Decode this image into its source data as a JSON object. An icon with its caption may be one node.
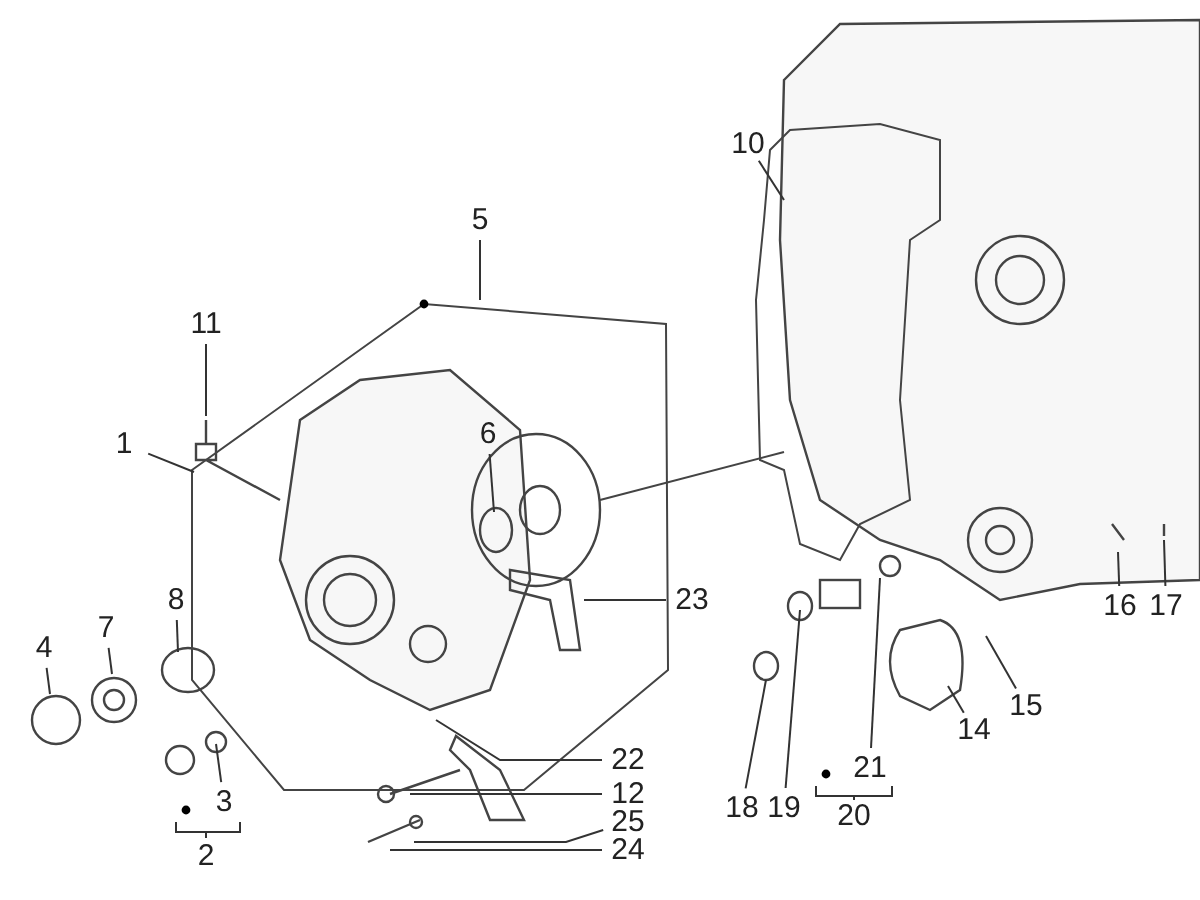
{
  "diagram": {
    "nodes": [
      {
        "text": [
          "10"
        ]
      },
      {
        "text": [
          "5"
        ]
      },
      {
        "text": [
          "11"
        ]
      },
      {
        "text": [
          "6"
        ]
      },
      {
        "text": [
          "1"
        ]
      },
      {
        "text": [
          "8"
        ]
      },
      {
        "text": [
          "16"
        ]
      },
      {
        "text": [
          "17"
        ]
      },
      {
        "text": [
          "7"
        ]
      },
      {
        "text": [
          "4"
        ]
      },
      {
        "text": [
          "23"
        ]
      },
      {
        "text": [
          "15"
        ]
      },
      {
        "text": [
          "21"
        ]
      },
      {
        "text": [
          "22"
        ]
      },
      {
        "text": [
          "14"
        ]
      },
      {
        "text": [
          "12"
        ]
      },
      {
        "text": [
          "3"
        ]
      },
      {
        "text": [
          "25"
        ]
      },
      {
        "text": [
          "18"
        ]
      },
      {
        "text": [
          "19"
        ]
      },
      {
        "text": [
          "20"
        ]
      },
      {
        "text": [
          "2"
        ]
      },
      {
        "text": [
          "24"
        ]
      }
    ],
    "edges": [
      {
        "from": 0,
        "to": null,
        "arrow": "none"
      },
      {
        "from": 1,
        "to": null,
        "arrow": "none"
      },
      {
        "from": 2,
        "to": null,
        "arrow": "none"
      },
      {
        "from": 3,
        "to": null,
        "arrow": "none"
      },
      {
        "from": 4,
        "to": null,
        "arrow": "none"
      },
      {
        "from": 5,
        "to": null,
        "arrow": "none"
      },
      {
        "from": 6,
        "to": null,
        "arrow": "none"
      },
      {
        "from": 7,
        "to": null,
        "arrow": "none"
      },
      {
        "from": 8,
        "to": null,
        "arrow": "none"
      },
      {
        "from": 9,
        "to": null,
        "arrow": "none"
      },
      {
        "from": 10,
        "to": null,
        "arrow": "none"
      },
      {
        "from": 11,
        "to": null,
        "arrow": "none"
      },
      {
        "from": 12,
        "to": null,
        "arrow": "none"
      },
      {
        "from": 13,
        "to": null,
        "arrow": "none"
      },
      {
        "from": 14,
        "to": null,
        "arrow": "none"
      },
      {
        "from": 15,
        "to": null,
        "arrow": "none"
      },
      {
        "from": 16,
        "to": null,
        "arrow": "none"
      },
      {
        "from": 17,
        "to": null,
        "arrow": "none"
      },
      {
        "from": 18,
        "to": null,
        "arrow": "none"
      },
      {
        "from": 19,
        "to": null,
        "arrow": "none"
      },
      {
        "from": 22,
        "to": null,
        "arrow": "none"
      }
    ]
  }
}
